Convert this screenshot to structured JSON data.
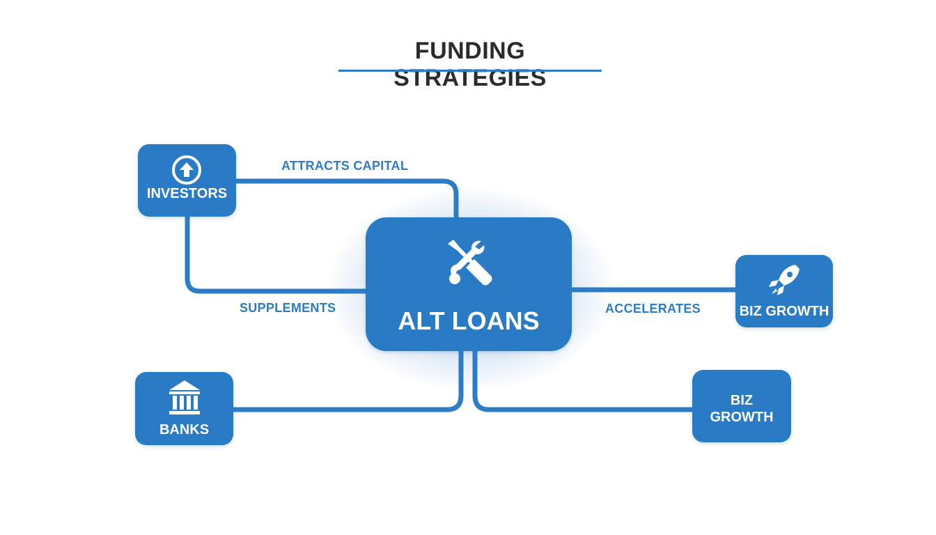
{
  "title": "FUNDING STRATEGIES",
  "colors": {
    "accent": "#2a7bc5",
    "line": "#2f7cc6",
    "title_text": "#2b2b2b",
    "background": "#ffffff"
  },
  "nodes": {
    "investors": {
      "label": "INVESTORS",
      "icon": "arrow-up-circle-icon"
    },
    "alt_loans": {
      "label": "ALT LOANS",
      "icon": "wrench-screwdriver-icon"
    },
    "biz_growth_right": {
      "label": "BIZ GROWTH",
      "icon": "rocket-icon"
    },
    "banks": {
      "label": "BANKS",
      "icon": "bank-building-icon"
    },
    "biz_growth_bottom": {
      "line1": "BIZ",
      "line2": "GROWTH"
    }
  },
  "edges": {
    "attracts_capital": "ATTRACTS CAPITAL",
    "supplements": "SUPPLEMENTS",
    "accelerates": "ACCELERATES"
  }
}
